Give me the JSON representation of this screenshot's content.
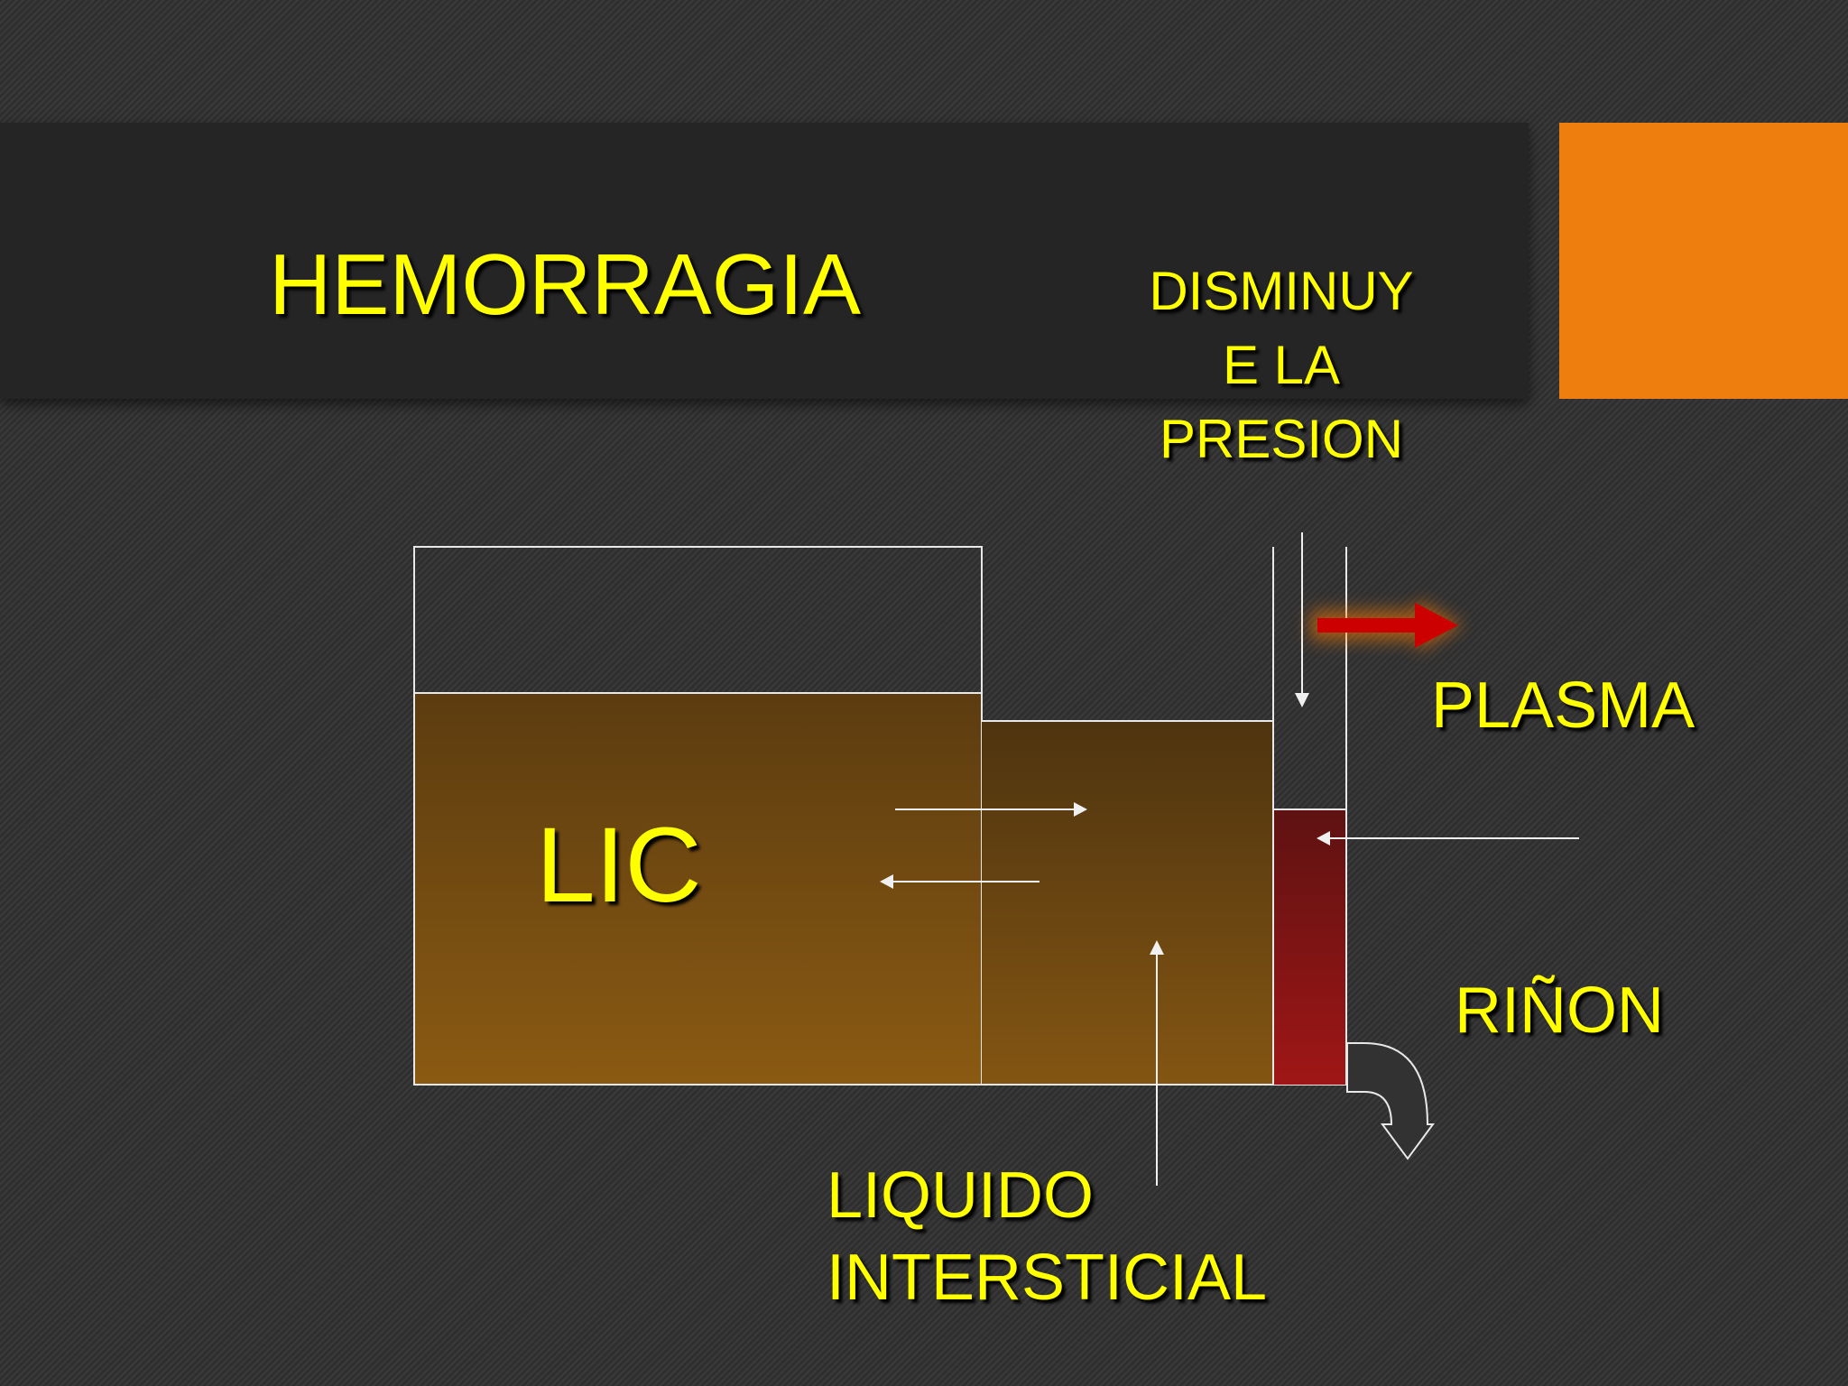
{
  "slide": {
    "title": "HEMORRAGIA",
    "subtitle_lines": [
      "DISMINUY",
      "E LA",
      "PRESION"
    ]
  },
  "diagram": {
    "labels": {
      "lic": "LIC",
      "plasma": "PLASMA",
      "rinon": "RIÑON",
      "liquido_lines": [
        "LIQUIDO",
        "INTERSTICIAL"
      ]
    }
  },
  "colors": {
    "background": "#2f2f2f",
    "title_band": "#252525",
    "accent": "#ee7e0d",
    "text": "#ffff00",
    "lic_fluid": "#7a4d10",
    "interstitial_fluid": "#6a4410",
    "plasma_blood": "#8a1414",
    "loss_arrow": "#cc0000"
  }
}
